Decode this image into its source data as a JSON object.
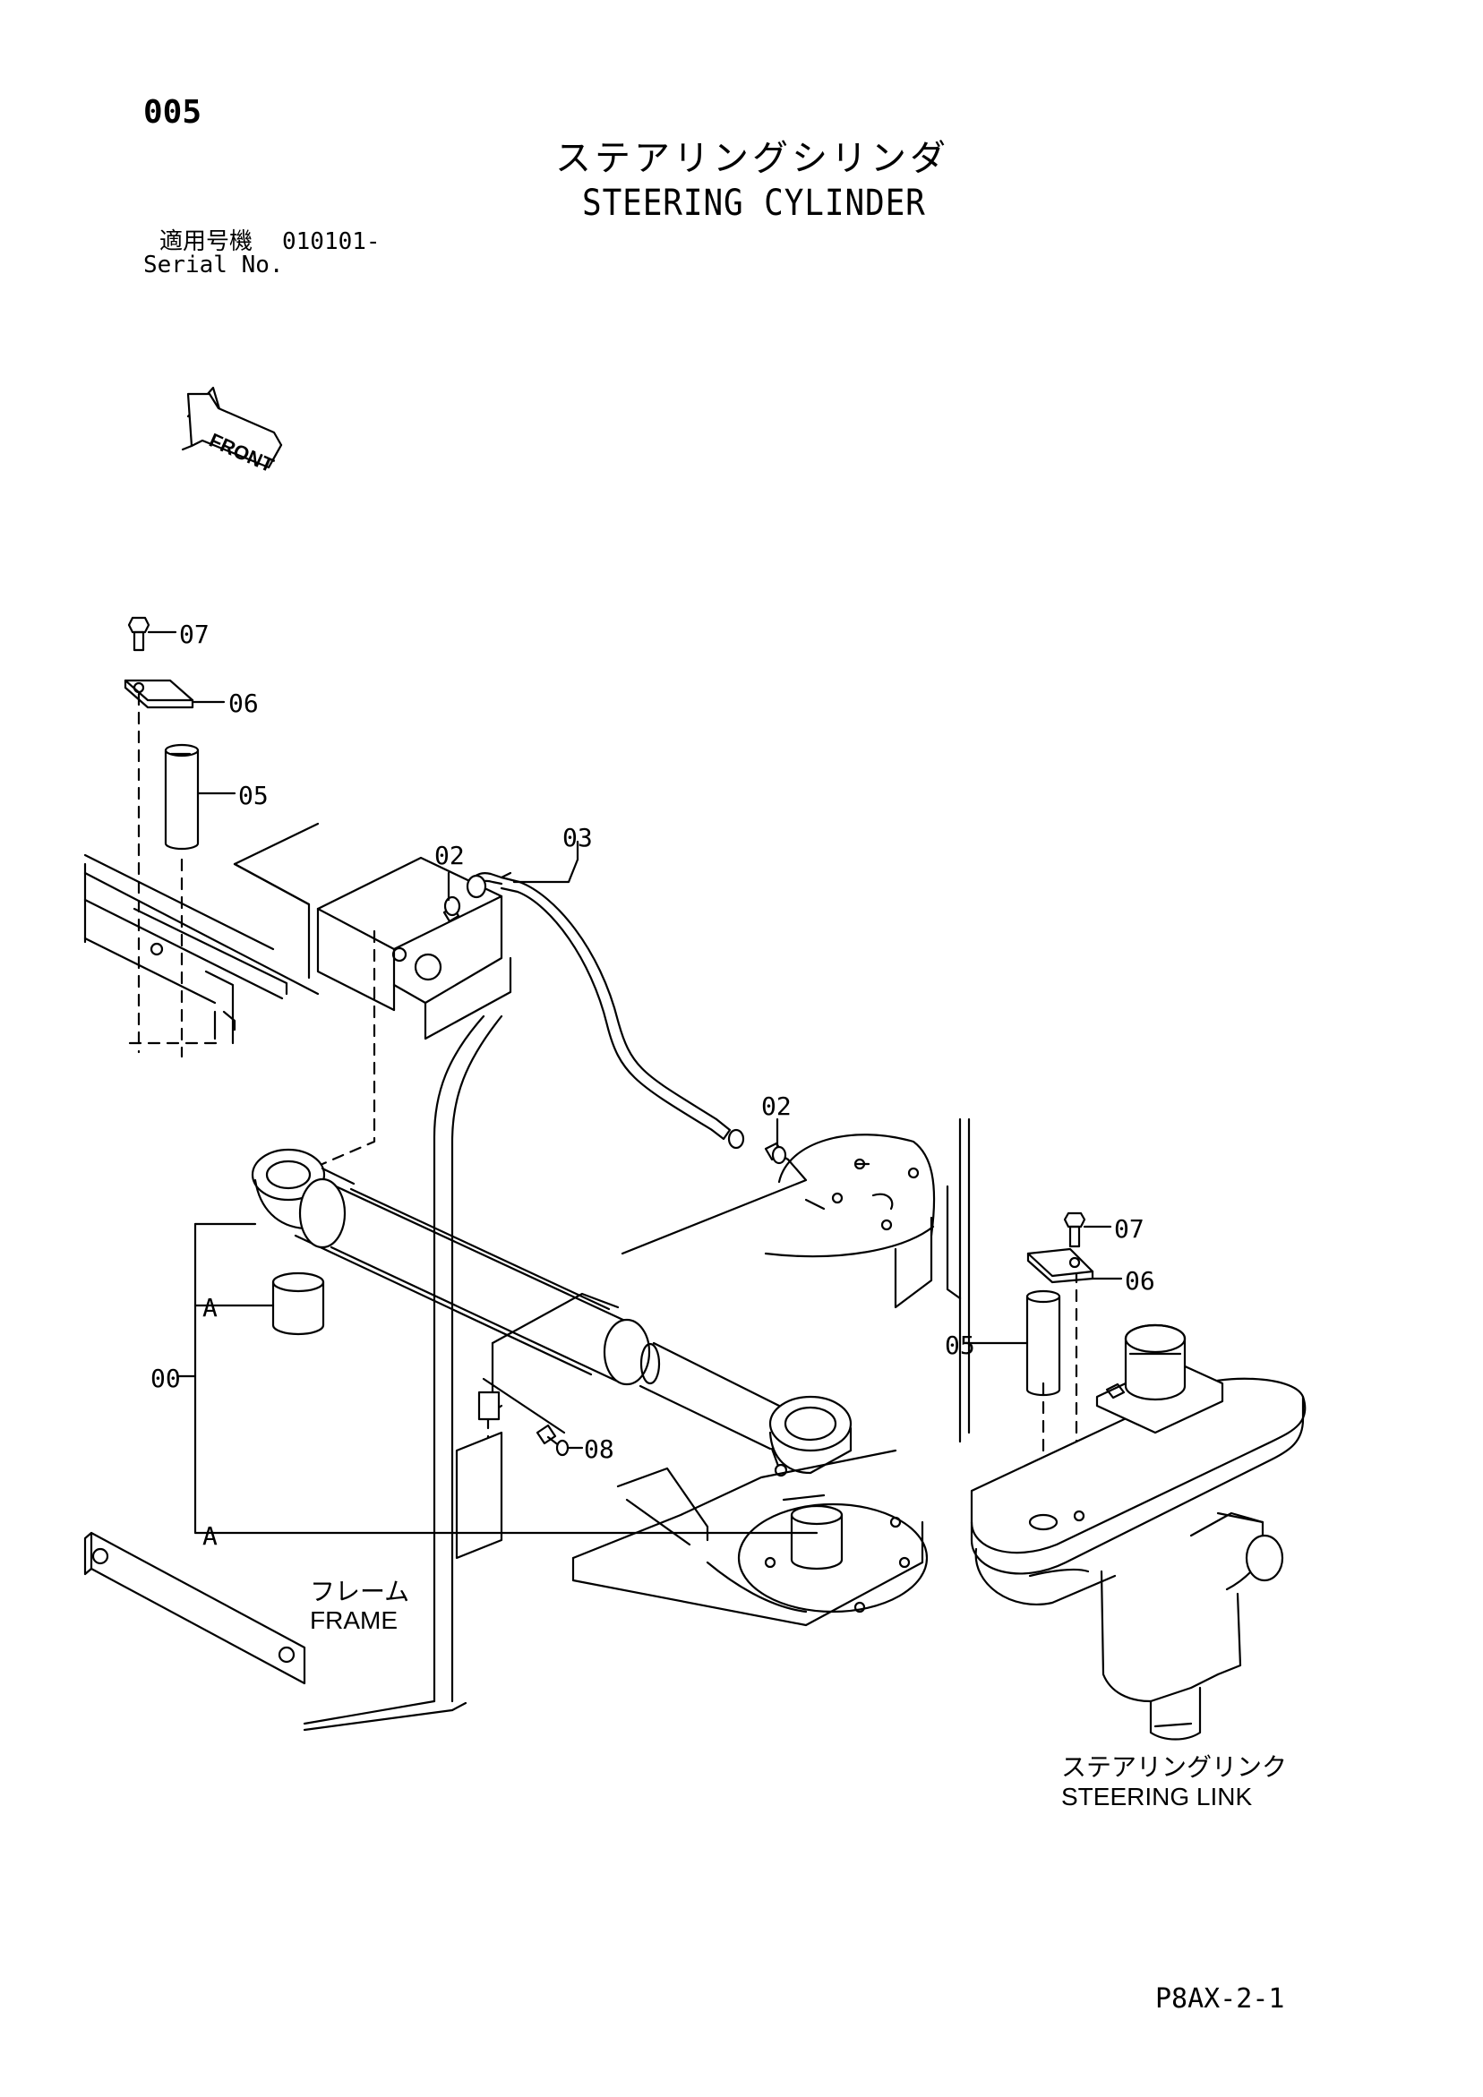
{
  "header": {
    "page_number": "005",
    "title_jp": "ステアリングシリンダ",
    "title_en": "STEERING CYLINDER",
    "serial_label_jp": "適用号機",
    "serial_value": "010101-",
    "serial_label_en": "Serial No."
  },
  "direction": {
    "label": "FRONT"
  },
  "part_labels": {
    "bolt_top": "07",
    "plate_top": "06",
    "pin_top": "05",
    "fitting_top": "02",
    "hose": "03",
    "fitting_lower": "02",
    "bolt_right": "07",
    "plate_right": "06",
    "pin_right": "05",
    "grease_fitting": "08",
    "assembly": "00",
    "bushing_a1": "A",
    "bushing_a2": "A"
  },
  "captions": {
    "frame_jp": "フレーム",
    "frame_en": "FRAME",
    "link_jp": "ステアリングリンク",
    "link_en": "STEERING LINK"
  },
  "footer": {
    "code": "P8AX-2-1"
  }
}
